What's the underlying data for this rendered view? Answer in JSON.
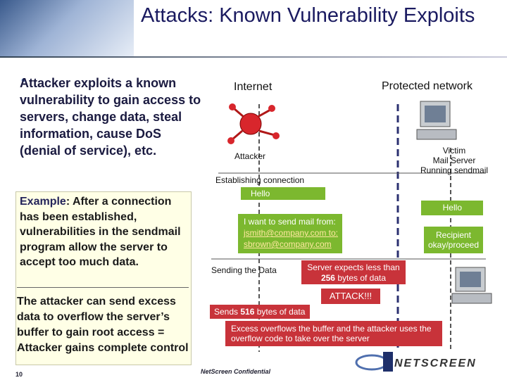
{
  "slide": {
    "title": "Attacks: Known Vulnerability Exploits",
    "bullet": "Attacker exploits a known vulnerability to gain access to servers, change data, steal information, cause DoS (denial of service), etc.",
    "example_label": "Example",
    "example_text": ": After a connection has been established, vulnerabilities in the sendmail program allow the server to accept too much data.",
    "attacker_text": "The attacker can send excess data to overflow the server’s buffer to gain root access = Attacker gains complete control",
    "slide_number": "10",
    "footer": "NetScreen Confidential",
    "logo_text": "NETSCREEN"
  },
  "diagram": {
    "internet_label": "Internet",
    "protected_label": "Protected network",
    "attacker_label": "Attacker",
    "victim_label_1": "Victim",
    "victim_label_2": "Mail Server",
    "victim_label_3": "Running sendmail",
    "establishing_label": "Establishing connection",
    "hello_attacker": "Hello",
    "hello_victim": "Hello",
    "send_mail_1": "I want to send mail from:",
    "send_mail_2": "jsmith@company.com to:",
    "send_mail_3": "sbrown@company.com",
    "recipient_1": "Recipient",
    "recipient_2": "okay/proceed",
    "sending_data_label": "Sending the Data",
    "server_expects_1": "Server expects less than",
    "server_expects_2": "256",
    "server_expects_3": " bytes of data",
    "attack_label": "ATTACK!!!",
    "sends_1": "Sends ",
    "sends_2": "516",
    "sends_3": " bytes of data",
    "excess_1": "Excess overflows the buffer and the attacker uses the",
    "excess_2": "overflow code to take over the server"
  },
  "colors": {
    "red": "#c8333a",
    "green": "#7cb82f",
    "title": "#1a1a60"
  }
}
